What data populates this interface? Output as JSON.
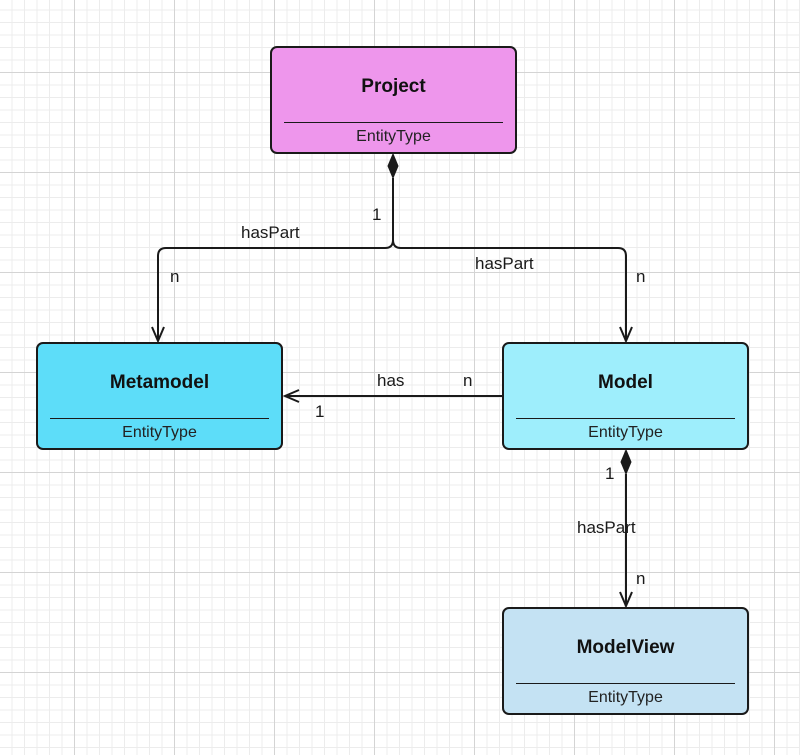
{
  "colors": {
    "project": "#ee96ec",
    "metamodel": "#5dddf9",
    "model": "#9eeefc",
    "modelview": "#c4e2f3",
    "line": "#1a1a1a"
  },
  "entities": {
    "project": {
      "name": "Project",
      "stereotype": "EntityType"
    },
    "metamodel": {
      "name": "Metamodel",
      "stereotype": "EntityType"
    },
    "model": {
      "name": "Model",
      "stereotype": "EntityType"
    },
    "modelview": {
      "name": "ModelView",
      "stereotype": "EntityType"
    }
  },
  "relations": {
    "project_metamodel": {
      "label": "hasPart",
      "source_mult": "1",
      "target_mult": "n"
    },
    "project_model": {
      "label": "hasPart",
      "target_mult": "n"
    },
    "model_metamodel": {
      "label": "has",
      "source_mult": "n",
      "target_mult": "1"
    },
    "model_modelview": {
      "label": "hasPart",
      "source_mult": "1",
      "target_mult": "n"
    }
  }
}
